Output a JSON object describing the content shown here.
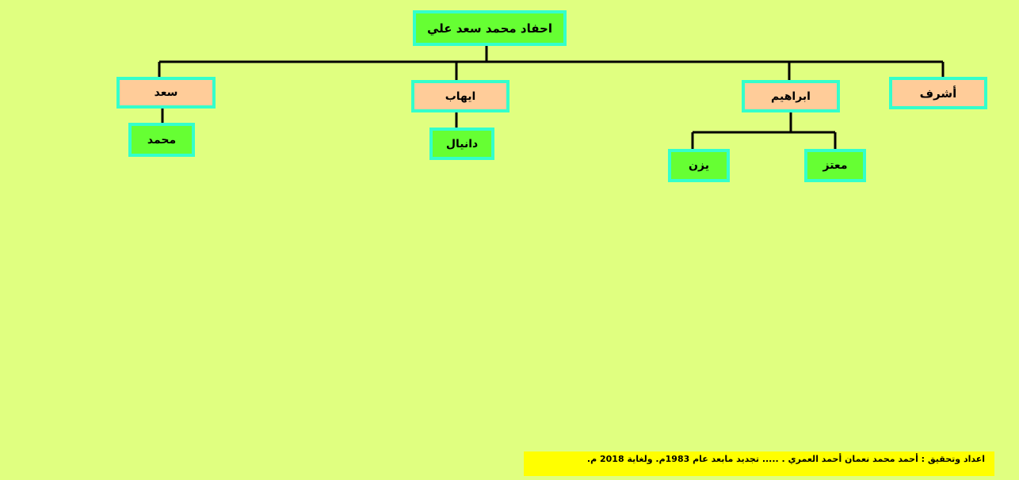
{
  "tree": {
    "root": "احفاد محمد سعد علي",
    "children": {
      "saad": "سعد",
      "ihab": "ايهاب",
      "ibrahim": "ابراهيم",
      "ashraf": "أشرف"
    },
    "grandchildren": {
      "mohamed": "محمد",
      "danyal": "دانيال",
      "yazan": "يزن",
      "moataz": "معتز"
    }
  },
  "footer": {
    "text": "اعداد وتحقيق :  أحمد محمد نعمان أحمد العمري . .....   تجديد مابعد عام 1983م.  ولغاية 2018 م."
  },
  "colors": {
    "background": "#e0ff80",
    "root_fill": "#66ff33",
    "child_fill": "#ffcc99",
    "grandchild_fill": "#66ff33",
    "node_border": "#33ffcc",
    "footer_fill": "#ffff00",
    "connector": "#000000"
  }
}
